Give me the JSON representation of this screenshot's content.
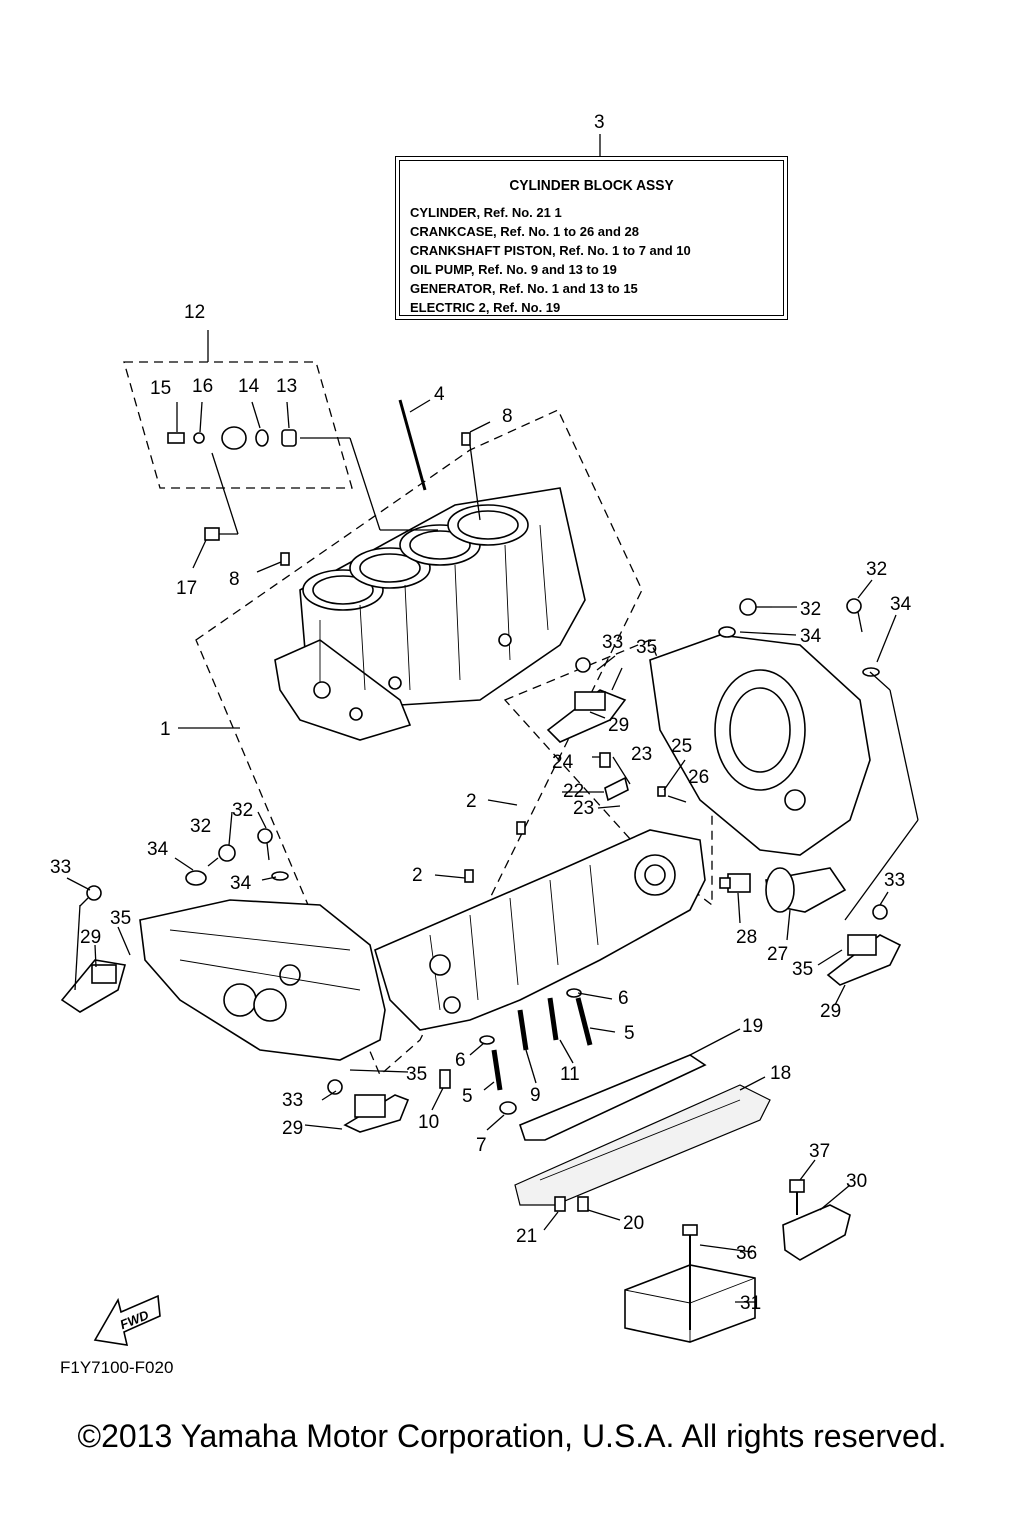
{
  "info_box": {
    "ref": "3",
    "title": "CYLINDER BLOCK ASSY",
    "lines": [
      "CYLINDER, Ref. No. 21 1",
      "CRANKCASE, Ref. No. 1 to 26 and 28",
      "CRANKSHAFT PISTON, Ref. No. 1 to 7 and 10",
      "OIL PUMP, Ref. No. 9 and 13 to 19",
      "GENERATOR, Ref. No. 1 and 13 to 15",
      "ELECTRIC 2, Ref. No. 19"
    ]
  },
  "callouts": {
    "c1": "1",
    "c2a": "2",
    "c2b": "2",
    "c3": "3",
    "c4": "4",
    "c5a": "5",
    "c5b": "5",
    "c6a": "6",
    "c6b": "6",
    "c7": "7",
    "c8a": "8",
    "c8b": "8",
    "c9": "9",
    "c10": "10",
    "c11": "11",
    "c12": "12",
    "c13": "13",
    "c14": "14",
    "c15": "15",
    "c16": "16",
    "c17": "17",
    "c18": "18",
    "c19": "19",
    "c20": "20",
    "c21": "21",
    "c22": "22",
    "c23a": "23",
    "c23b": "23",
    "c24": "24",
    "c25": "25",
    "c26": "26",
    "c27": "27",
    "c28": "28",
    "c29a": "29",
    "c29b": "29",
    "c29c": "29",
    "c29d": "29",
    "c30": "30",
    "c31": "31",
    "c32a": "32",
    "c32b": "32",
    "c32c": "32",
    "c32d": "32",
    "c33a": "33",
    "c33b": "33",
    "c33c": "33",
    "c33d": "33",
    "c34a": "34",
    "c34b": "34",
    "c34c": "34",
    "c34d": "34",
    "c35a": "35",
    "c35b": "35",
    "c35c": "35",
    "c35d": "35",
    "c36": "36",
    "c37": "37"
  },
  "fwd_label": "FWD",
  "drawing_code": "F1Y7100-F020",
  "copyright": "©2013 Yamaha Motor Corporation, U.S.A. All rights reserved."
}
